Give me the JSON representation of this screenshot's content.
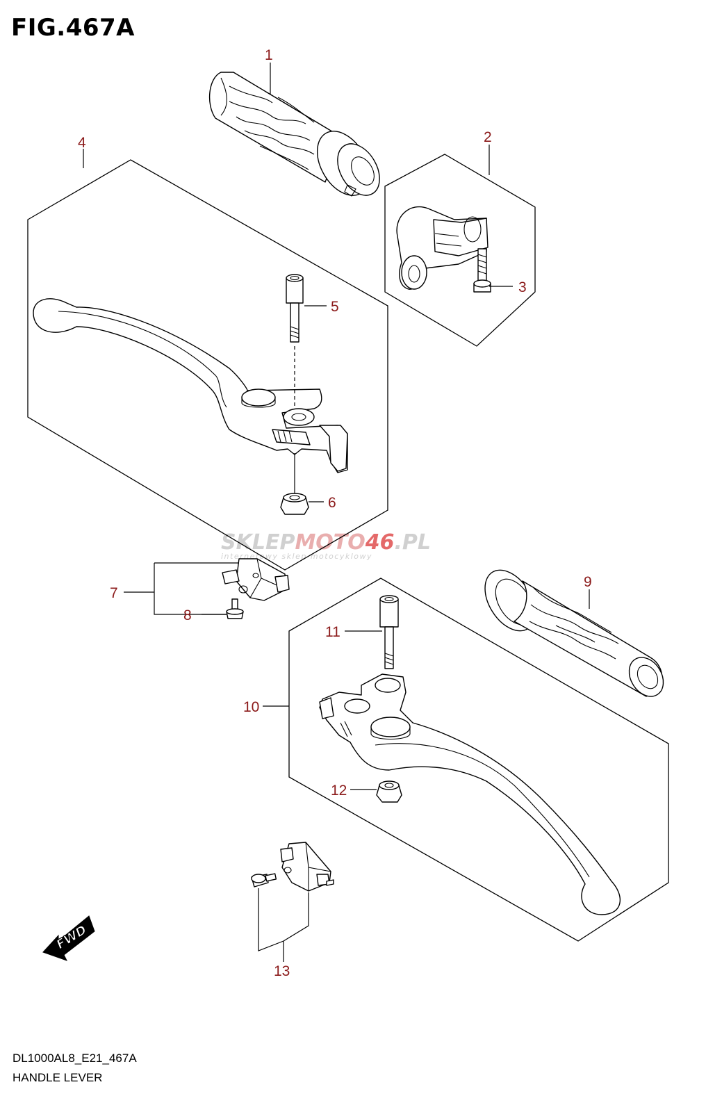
{
  "figure": {
    "title": "FIG.467A"
  },
  "callouts": [
    {
      "id": "1",
      "label": "1"
    },
    {
      "id": "2",
      "label": "2"
    },
    {
      "id": "3",
      "label": "3"
    },
    {
      "id": "4",
      "label": "4"
    },
    {
      "id": "5",
      "label": "5"
    },
    {
      "id": "6",
      "label": "6"
    },
    {
      "id": "7",
      "label": "7"
    },
    {
      "id": "8",
      "label": "8"
    },
    {
      "id": "9",
      "label": "9"
    },
    {
      "id": "10",
      "label": "10"
    },
    {
      "id": "11",
      "label": "11"
    },
    {
      "id": "12",
      "label": "12"
    },
    {
      "id": "13",
      "label": "13"
    }
  ],
  "watermark": {
    "part1": "SKLEP",
    "part2": "MOTO",
    "part3": "46",
    "part4": ".PL",
    "tagline": "internetowy sklep motocyklowy"
  },
  "fwd_label": "FWD",
  "footer": {
    "code": "DL1000AL8_E21_467A",
    "name": "HANDLE LEVER"
  },
  "colors": {
    "callout": "#8b1a1a",
    "line": "#000000",
    "watermark_gray": "#c8c8c8",
    "watermark_red": "#e05050"
  }
}
